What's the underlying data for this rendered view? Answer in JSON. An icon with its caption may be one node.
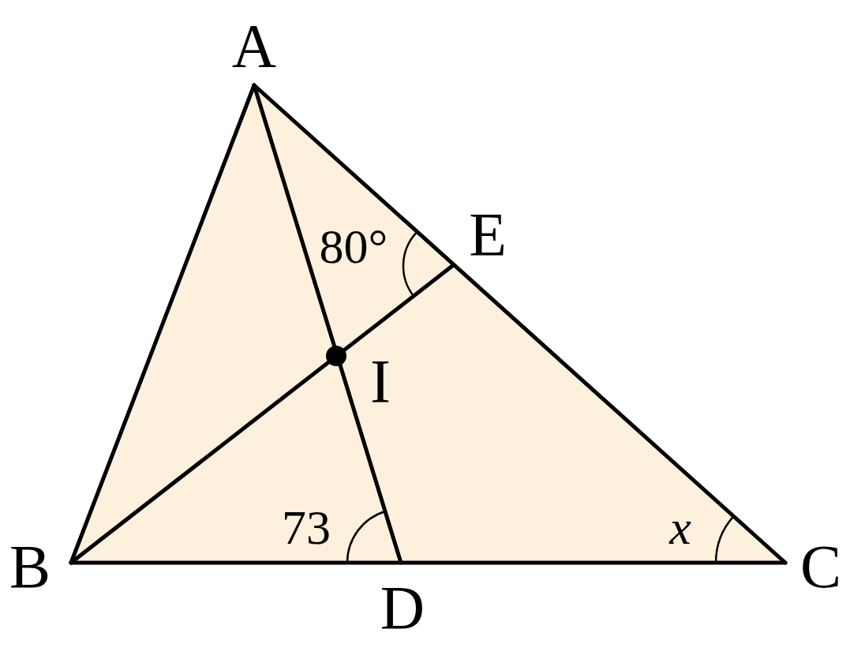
{
  "diagram": {
    "labels": [
      "A",
      "80°",
      "E",
      "I",
      "B",
      "73",
      "x",
      "C",
      "D"
    ]
  }
}
